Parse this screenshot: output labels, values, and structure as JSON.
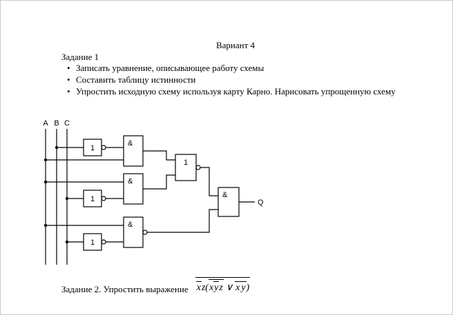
{
  "doc": {
    "title": "Вариант 4",
    "task1_heading": "Задание 1",
    "task1_bullets": [
      "Записать уравнение, описывающее работу схемы",
      "Составить таблицу истинности",
      "Упростить исходную схему используя карту Карно. Нарисовать упрощенную схему"
    ],
    "task2_label": "Задание 2. Упростить выражение"
  },
  "circuit": {
    "input_labels": [
      "A",
      "B",
      "C"
    ],
    "output_label": "Q",
    "gates": {
      "not1": "1",
      "and1": "&",
      "not2": "1",
      "and2": "&",
      "or1": "1",
      "not3": "1",
      "and3": "&",
      "and4": "&"
    }
  },
  "formula": {
    "x1": "x",
    "zp": "z(",
    "x2": "x",
    "y1": "y",
    "z2": "z",
    "or_op": "∨",
    "x3": "x",
    "y2": "y",
    "rp": ")"
  }
}
